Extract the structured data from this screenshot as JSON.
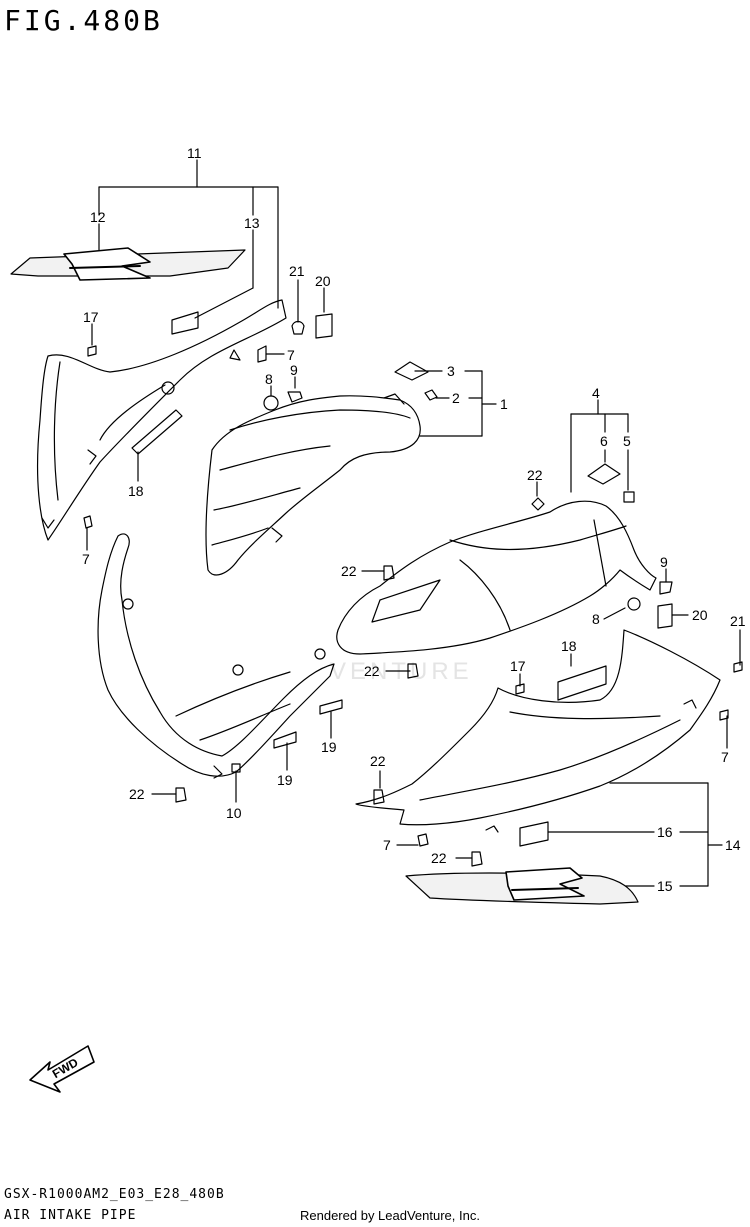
{
  "figure": {
    "title": "FIG.480B",
    "footer_code": "GSX-R1000AM2_E03_E28_480B",
    "footer_name": "AIR INTAKE PIPE",
    "credit": "Rendered by LeadVenture, Inc.",
    "watermark": "VENTURE",
    "fwd_label": "FWD"
  },
  "callouts": {
    "c1": "1",
    "c2": "2",
    "c3": "3",
    "c4": "4",
    "c5": "5",
    "c6": "6",
    "c7": "7",
    "c8": "8",
    "c9": "9",
    "c10": "10",
    "c11": "11",
    "c12": "12",
    "c13": "13",
    "c14": "14",
    "c15": "15",
    "c16": "16",
    "c17": "17",
    "c18": "18",
    "c19": "19",
    "c20": "20",
    "c21": "21",
    "c22": "22"
  }
}
